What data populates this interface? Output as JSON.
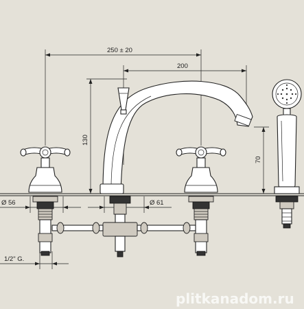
{
  "dimensions": {
    "overall_width": "250 ± 20",
    "spout_reach": "200",
    "spout_height": "130",
    "shower_height": "70",
    "handle_base_diameter": "Ø 56",
    "spout_base_diameter": "Ø 61",
    "thread_size": "1/2\" G."
  },
  "watermark": "plitkanadom.ru"
}
